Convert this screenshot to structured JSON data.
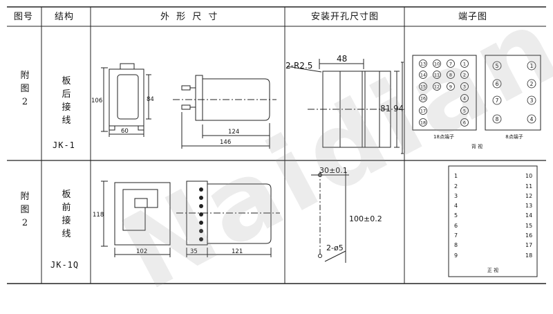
{
  "header": {
    "col_no": "图号",
    "col_struct": "结构",
    "col_outline": "外 形 尺 寸",
    "col_mount": "安装开孔尺寸图",
    "col_terminal": "端子图"
  },
  "rows": [
    {
      "fig_chars": [
        "附",
        "图",
        "2"
      ],
      "struct_chars": [
        "板",
        "后",
        "接",
        "线"
      ],
      "model": "JK-1",
      "dims": {
        "front_w": "60",
        "front_h": "106",
        "front_h2": "84",
        "side_w": "124",
        "side_total": "146",
        "mount_r": "2-R2.5",
        "mount_w": "48",
        "mount_h1": "81",
        "mount_h2": "94"
      },
      "terminal_18_left": [
        "13",
        "10",
        "7",
        "1",
        "14",
        "11",
        "8",
        "2",
        "15",
        "12",
        "9",
        "3",
        "16",
        "4",
        "17",
        "5",
        "18",
        "6"
      ],
      "terminal_18_label": "18点端子",
      "terminal_8": [
        "5",
        "1",
        "6",
        "2",
        "7",
        "3",
        "8",
        "4"
      ],
      "terminal_8_label": "8点端子",
      "view_label": "背 视"
    },
    {
      "fig_chars": [
        "附",
        "图",
        "2"
      ],
      "struct_chars": [
        "板",
        "前",
        "接",
        "线"
      ],
      "model": "JK-1Q",
      "dims": {
        "front_h": "118",
        "front_w": "102",
        "side_a": "35",
        "side_b": "121",
        "mount_top": "30±0.1",
        "mount_h": "100±0.2",
        "mount_hole": "2-ø5"
      },
      "terminal_left": [
        "1",
        "2",
        "3",
        "4",
        "5",
        "6",
        "7",
        "8",
        "9"
      ],
      "terminal_right": [
        "10",
        "11",
        "12",
        "13",
        "14",
        "15",
        "16",
        "17",
        "18"
      ],
      "view_label": "正 视"
    }
  ],
  "watermark": "Naidian"
}
